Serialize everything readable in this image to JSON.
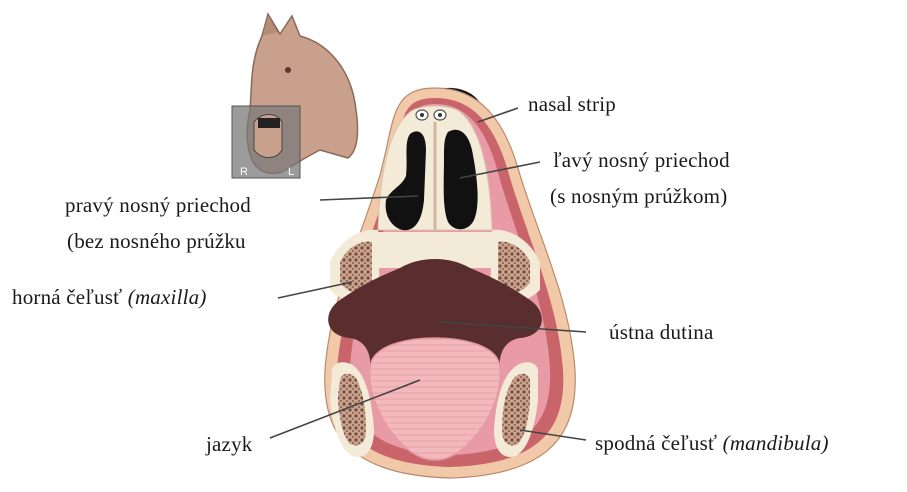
{
  "figure": {
    "inset": {
      "label_left": "R",
      "label_right": "L"
    },
    "labels": {
      "nasal_strip": "nasal strip",
      "left_passage_line1": "ľavý nosný priechod",
      "left_passage_line2": "(s nosným prúžkom)",
      "right_passage_line1": "pravý nosný priechod",
      "right_passage_line2": "(bez nosného prúžku",
      "maxilla_main": "horná čeľusť",
      "maxilla_latin": "(maxilla)",
      "oral_cavity": "ústna dutina",
      "tongue": "jazyk",
      "mandible_main": "spodná čeľusť",
      "mandible_latin": "(mandibula)"
    }
  },
  "colors": {
    "outer_ring": "#f2c9a8",
    "muscle": "#c8646a",
    "inner_tissue": "#e89aa6",
    "bone": "#f4ead8",
    "marrow": "#8a5a52",
    "cavity": "#5a2e2e",
    "nasal_passage": "#111111",
    "tongue": "#f2b8bc",
    "horse_skin": "#c9a08c",
    "pointer": "#444444"
  }
}
